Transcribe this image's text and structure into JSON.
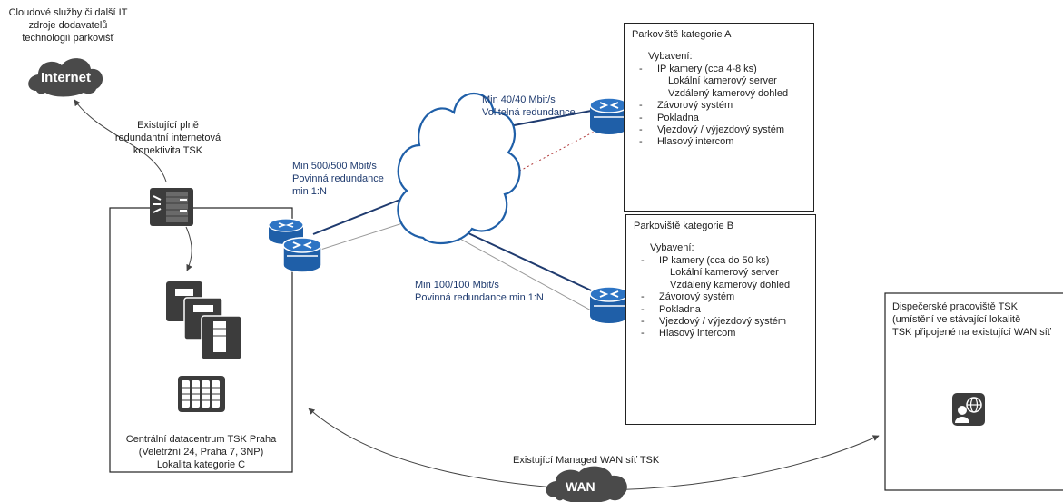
{
  "cloud_services": {
    "lines": [
      "Cloudové služby či další IT",
      "zdroje dodavatelů",
      "technologií parkovišť"
    ]
  },
  "internet_cloud": {
    "label": "Internet"
  },
  "existing_connectivity": {
    "lines": [
      "Existující plně",
      "redundantní internetová",
      "konektivita TSK"
    ]
  },
  "central_dc": {
    "lines": [
      "Centrální datacentrum TSK Praha",
      "(Veletržní 24, Praha 7, 3NP)",
      "Lokalita kategorie C"
    ]
  },
  "link_central": {
    "lines": [
      "Min 500/500  Mbit/s",
      "Povinná redundance",
      "min 1:N"
    ]
  },
  "link_a": {
    "lines": [
      "Min 40/40 Mbit/s",
      "Volitelná redundance"
    ]
  },
  "link_b": {
    "lines": [
      "Min 100/100 Mbit/s",
      "Povinná redundance min 1:N"
    ]
  },
  "site_a": {
    "title": "Parkoviště kategorie A",
    "equipment_heading": "Vybavení:",
    "items": [
      {
        "text": "IP kamery (cca 4-8 ks)",
        "sub": false
      },
      {
        "text": "Lokální kamerový server",
        "sub": true
      },
      {
        "text": "Vzdálený kamerový  dohled",
        "sub": true
      },
      {
        "text": "Závorový systém",
        "sub": false
      },
      {
        "text": "Pokladna",
        "sub": false
      },
      {
        "text": "Vjezdový / výjezdový systém",
        "sub": false
      },
      {
        "text": "Hlasový intercom",
        "sub": false
      }
    ]
  },
  "site_b": {
    "title": "Parkoviště kategorie B",
    "equipment_heading": "Vybavení:",
    "items": [
      {
        "text": "IP kamery (cca do 50 ks)",
        "sub": false
      },
      {
        "text": "Lokální kamerový server",
        "sub": true
      },
      {
        "text": "Vzdálený kamerový  dohled",
        "sub": true
      },
      {
        "text": "Závorový systém",
        "sub": false
      },
      {
        "text": "Pokladna",
        "sub": false
      },
      {
        "text": "Vjezdový / výjezdový systém",
        "sub": false
      },
      {
        "text": "Hlasový intercom",
        "sub": false
      }
    ]
  },
  "dispatch": {
    "lines": [
      "Dispečerské pracoviště TSK",
      "(umístění ve stávající lokalitě",
      "TSK připojené na existující WAN síť"
    ]
  },
  "wan": {
    "caption": "Existující Managed WAN síť TSK",
    "label": "WAN"
  },
  "colors": {
    "cloud_dark": "#4a4a4a",
    "device_dark": "#3c3c3c",
    "router_blue": "#1f5fa8",
    "link_blue": "#1f3b6f",
    "link_dotted": "#b03a3a"
  },
  "icons": [
    "internet-cloud-icon",
    "firewall-icon",
    "server-stack-icon",
    "storage-array-icon",
    "router-icon",
    "central-cloud-icon",
    "dispatcher-icon",
    "wan-cloud-icon"
  ]
}
